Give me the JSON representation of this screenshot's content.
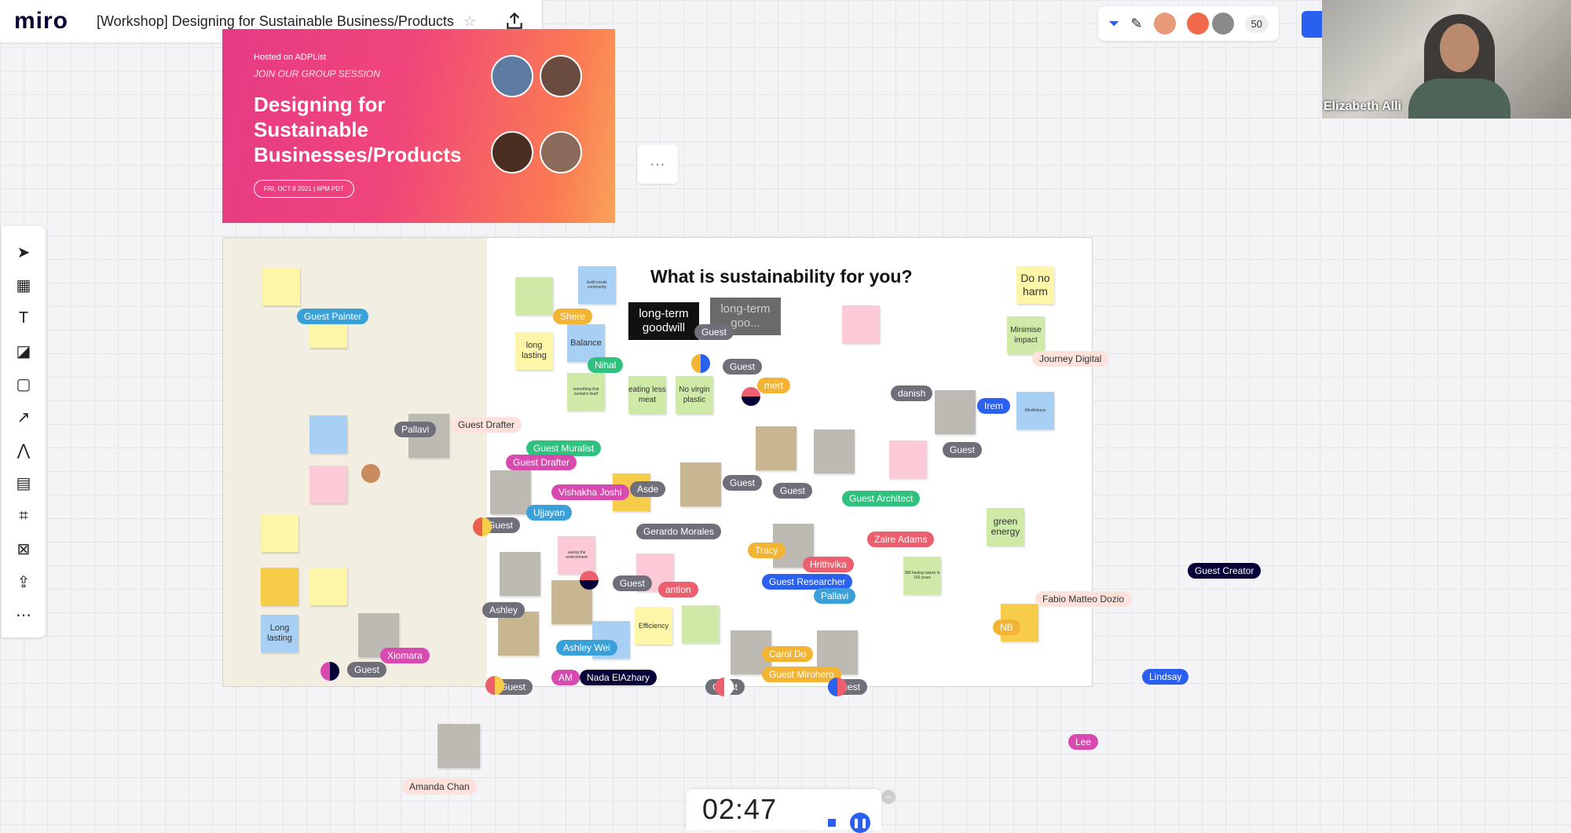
{
  "app": {
    "logo": "miro",
    "board_title": "[Workshop] Designing for Sustainable Business/Products"
  },
  "collab": {
    "participant_count": "50"
  },
  "video": {
    "name": "Elizabeth Alli"
  },
  "banner": {
    "host_line": "Hosted on ADPList",
    "subtitle": "JOIN OUR GROUP SESSION",
    "title": "Designing for Sustainable Businesses/Products",
    "date": "FRI, OCT 8 2021 | 6PM PDT"
  },
  "frame": {
    "title": "What is sustainability for you?",
    "stickies": {
      "long_lasting_1": "long lasting",
      "balance": "Balance",
      "eating": "eating less meat",
      "no_plastic": "No virgin plastic",
      "do_no_harm": "Do no harm",
      "minimise": "Minimise impact",
      "green_energy": "green energy",
      "long_lasting_2": "Long lasting",
      "efficiency": "Efficiency",
      "mindfulness": "Mindfulness",
      "tiny_1": "build create community",
      "tiny_2": "something that sustains itself",
      "tiny_3": "Still having nature in 100 years",
      "tiny_4": "saving the environment"
    },
    "dark_cards": {
      "goodwill": "long-term goodwill",
      "goodwill_2": "long-term goo..."
    }
  },
  "cursors": [
    "Guest Painter",
    "Shere",
    "Nihal",
    "mert",
    "danish",
    "Irem",
    "Journey Digital",
    "Guest Drafter",
    "Guest Muralist",
    "Guest Drafter",
    "Vishakha Joshi",
    "Asde",
    "Ujjayan",
    "Gerardo Morales",
    "Guest Architect",
    "Zaire Adams",
    "Tracy",
    "Hrithvika",
    "Guest Researcher",
    "Pallavi",
    "antion",
    "Ashley Wei",
    "AM",
    "Nada ElAzhary",
    "Carol Do",
    "Guest Mirohero",
    "Xiomara",
    "Guest Creator",
    "Fabio Matteo Dozio",
    "Lindsay",
    "Lee",
    "Amanda Chan",
    "NB",
    "Pallavi",
    "Ashley"
  ],
  "guest_label": "Guest",
  "timer": {
    "value": "02:47"
  },
  "colors": {
    "miro_blue": "#2a60f0",
    "banner_start": "#e63a85",
    "banner_end": "#f9a25a"
  }
}
